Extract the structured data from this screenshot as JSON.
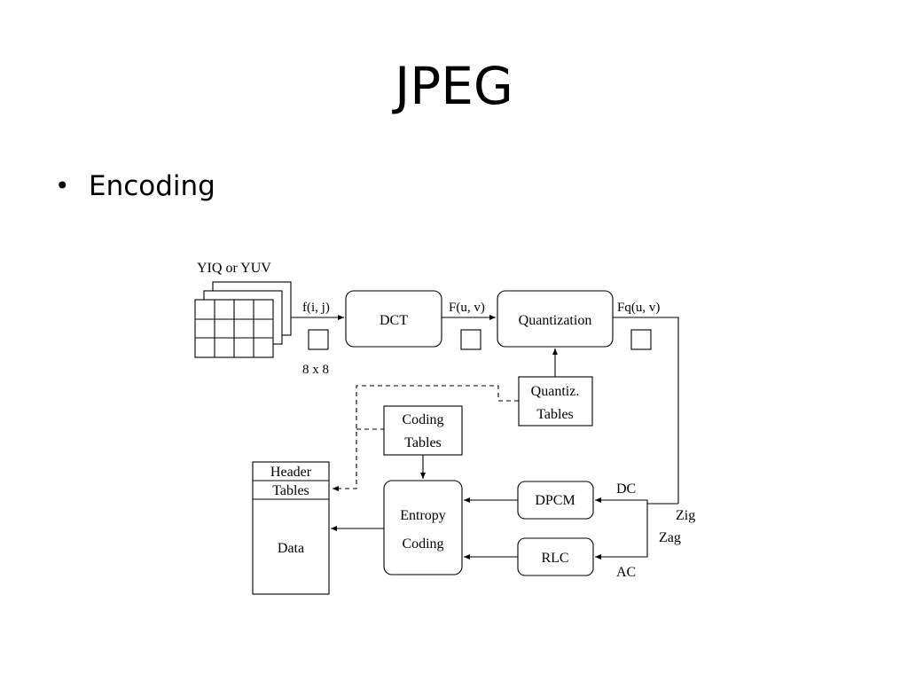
{
  "slide": {
    "title": "JPEG",
    "bullet": "Encoding"
  },
  "diagram": {
    "input_label": "YIQ or YUV",
    "block_size": "8 x 8",
    "signals": {
      "spatial": "f(i, j)",
      "dct_out": "F(u, v)",
      "quant_out": "Fq(u, v)",
      "dc": "DC",
      "ac": "AC",
      "zig": "Zig",
      "zag": "Zag"
    },
    "boxes": {
      "dct": "DCT",
      "quantization": "Quantization",
      "quant_tables_line1": "Quantiz.",
      "quant_tables_line2": "Tables",
      "coding_tables_line1": "Coding",
      "coding_tables_line2": "Tables",
      "entropy_line1": "Entropy",
      "entropy_line2": "Coding",
      "dpcm": "DPCM",
      "rlc": "RLC"
    },
    "output": {
      "header": "Header",
      "tables": "Tables",
      "data": "Data"
    }
  }
}
